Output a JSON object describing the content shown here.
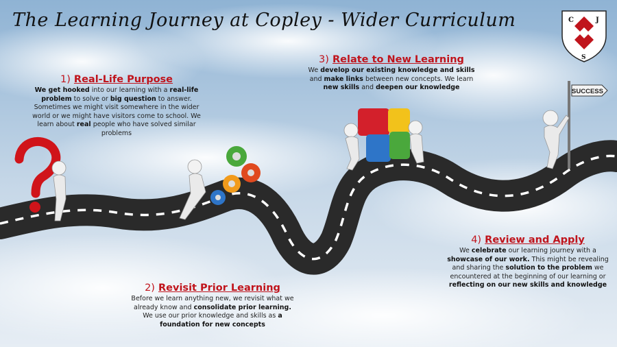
{
  "title": "The Learning Journey at Copley - Wider Curriculum",
  "crest": {
    "letters": [
      "C",
      "J",
      "S"
    ]
  },
  "signpost": {
    "label": "SUCCESS"
  },
  "steps": [
    {
      "number": "1)",
      "heading": "Real-Life Purpose",
      "body": [
        {
          "t": "We get hooked",
          "b": true
        },
        {
          "t": " into our learning with a ",
          "b": false
        },
        {
          "t": "real-life problem",
          "b": true
        },
        {
          "t": " to solve or ",
          "b": false
        },
        {
          "t": "big question",
          "b": true
        },
        {
          "t": " to answer. Sometimes we might visit somewhere in the wider world or we might have visitors come to school. We learn about ",
          "b": false
        },
        {
          "t": "real",
          "b": true
        },
        {
          "t": " people who have solved similar problems",
          "b": false
        }
      ]
    },
    {
      "number": "2)",
      "heading": "Revisit Prior Learning",
      "body": [
        {
          "t": "Before we learn anything new, we revisit what we already know and ",
          "b": false
        },
        {
          "t": "consolidate prior learning.",
          "b": true
        },
        {
          "t": " We use our prior knowledge and skills as ",
          "b": false
        },
        {
          "t": "a foundation for new concepts",
          "b": true
        }
      ]
    },
    {
      "number": "3)",
      "heading": "Relate to New Learning",
      "body": [
        {
          "t": "We ",
          "b": false
        },
        {
          "t": "develop our existing knowledge and skills",
          "b": true
        },
        {
          "t": " and ",
          "b": false
        },
        {
          "t": "make links",
          "b": true
        },
        {
          "t": " between new concepts. We learn ",
          "b": false
        },
        {
          "t": "new skills",
          "b": true
        },
        {
          "t": " and ",
          "b": false
        },
        {
          "t": "deepen our knowledge",
          "b": true
        }
      ]
    },
    {
      "number": "4)",
      "heading": "Review and Apply",
      "body": [
        {
          "t": "We ",
          "b": false
        },
        {
          "t": "celebrate",
          "b": true
        },
        {
          "t": " our learning journey with a ",
          "b": false
        },
        {
          "t": "showcase of our work.",
          "b": true
        },
        {
          "t": " This might be revealing and sharing the ",
          "b": false
        },
        {
          "t": "solution to the problem",
          "b": true
        },
        {
          "t": " we encountered at the beginning of our learning or ",
          "b": false
        },
        {
          "t": "reflecting on our new skills and knowledge",
          "b": true
        }
      ]
    }
  ],
  "colors": {
    "heading": "#c0141c",
    "road": "#2a2a2a",
    "road_line": "#ffffff",
    "sky_top": "#8fb3d4",
    "sky_bottom": "#e4edf5",
    "question_mark": "#d0141a",
    "puzzle": [
      "#d3202b",
      "#2e75c8",
      "#4aa83c",
      "#f2c21b"
    ],
    "gears": [
      "#4aa83c",
      "#e04a1f",
      "#f29b1b",
      "#2e75c8"
    ]
  },
  "icons": [
    "question-mark-icon",
    "gears-icon",
    "puzzle-icon",
    "signpost-icon",
    "school-crest-icon"
  ]
}
